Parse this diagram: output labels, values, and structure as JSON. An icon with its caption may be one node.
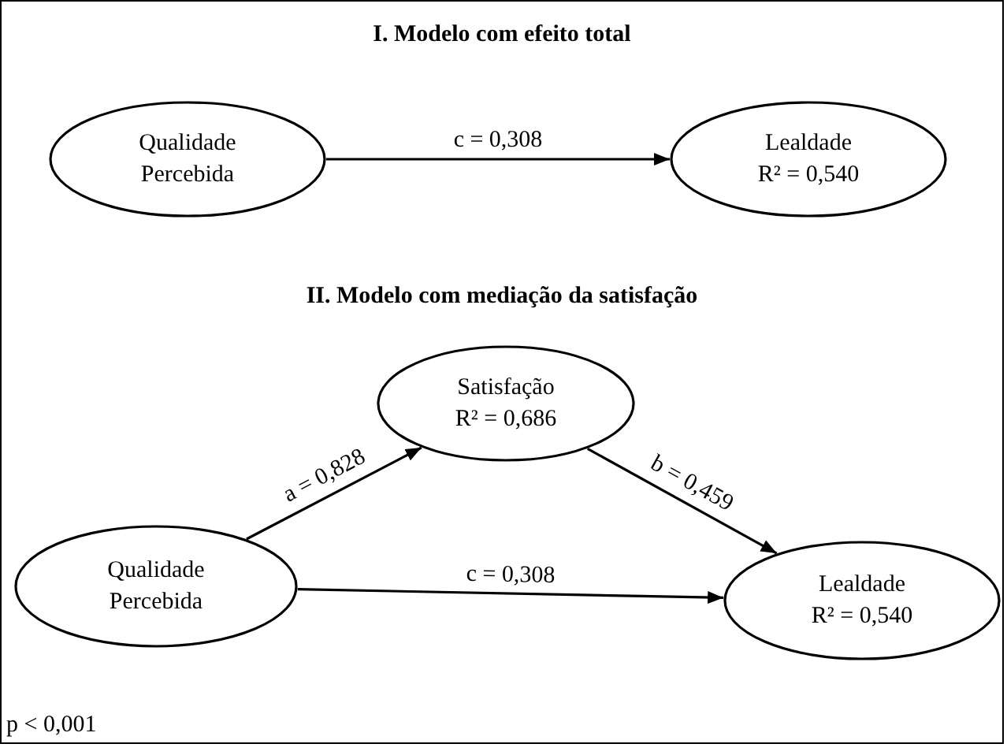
{
  "diagram": {
    "nodes": [
      {
        "text": [
          "Qualidade Percebida"
        ]
      },
      {
        "text": [
          "Lealdade",
          "R² = 0,540"
        ]
      },
      {
        "text": [
          "Satisfação",
          "R² = 0,686"
        ]
      },
      {
        "text": [
          "Qualidade Percebida"
        ]
      },
      {
        "text": [
          "Lealdade",
          "R² = 0,540"
        ]
      }
    ],
    "edges": [
      {
        "from": 0,
        "to": 1,
        "arrow": "to",
        "label": "c = 0,308"
      },
      {
        "from": 3,
        "to": 2,
        "arrow": "to",
        "label": "a = 0,828"
      },
      {
        "from": 2,
        "to": 4,
        "arrow": "to",
        "label": "b = 0,459"
      },
      {
        "from": 3,
        "to": 4,
        "arrow": "to",
        "label": "c = 0,308"
      }
    ],
    "labels": [
      "I. Modelo com efeito total",
      "II. Modelo com mediação da satisfação",
      "p < 0,001"
    ]
  }
}
